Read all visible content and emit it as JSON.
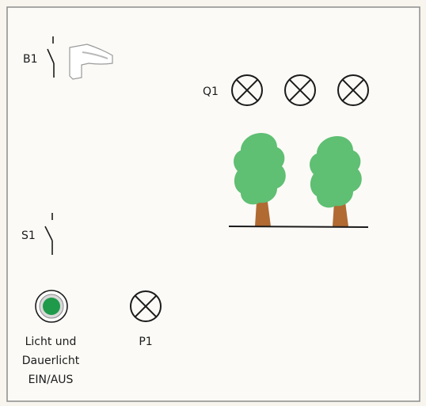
{
  "labels": {
    "motion_sensor": "B1",
    "switch": "S1",
    "lamp_group": "Q1",
    "indicator_lamp": "P1"
  },
  "button_caption": [
    "Licht und",
    "Dauerlicht",
    "EIN/AUS"
  ],
  "colors": {
    "panel_background": "#fbfaf6",
    "frame": "#8c8c8c",
    "tree_crown": "#5fbf73",
    "tree_trunk": "#b06a32",
    "ground": "#1b1b1b",
    "button_center": "#1e9a4a"
  },
  "icons": {
    "motion_sensor": "motion-sensor-icon",
    "lamp": "lamp-symbol-icon",
    "switch": "switch-contact-icon",
    "tree": "tree-icon",
    "button": "illuminated-pushbutton-icon"
  }
}
